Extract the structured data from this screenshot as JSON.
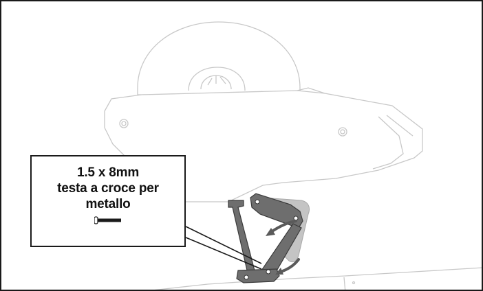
{
  "callout": {
    "size_text": "1.5 x 8mm",
    "head_text": "testa a croce per",
    "type_text": "metallo",
    "icon": "screw-icon"
  },
  "colors": {
    "frame": "#1a1a1a",
    "ghost_outline": "#bdbdbd",
    "part_fill": "#6b6b6b",
    "part_fill_faded": "#c4c4c4",
    "arrow": "#5a5a5a"
  }
}
